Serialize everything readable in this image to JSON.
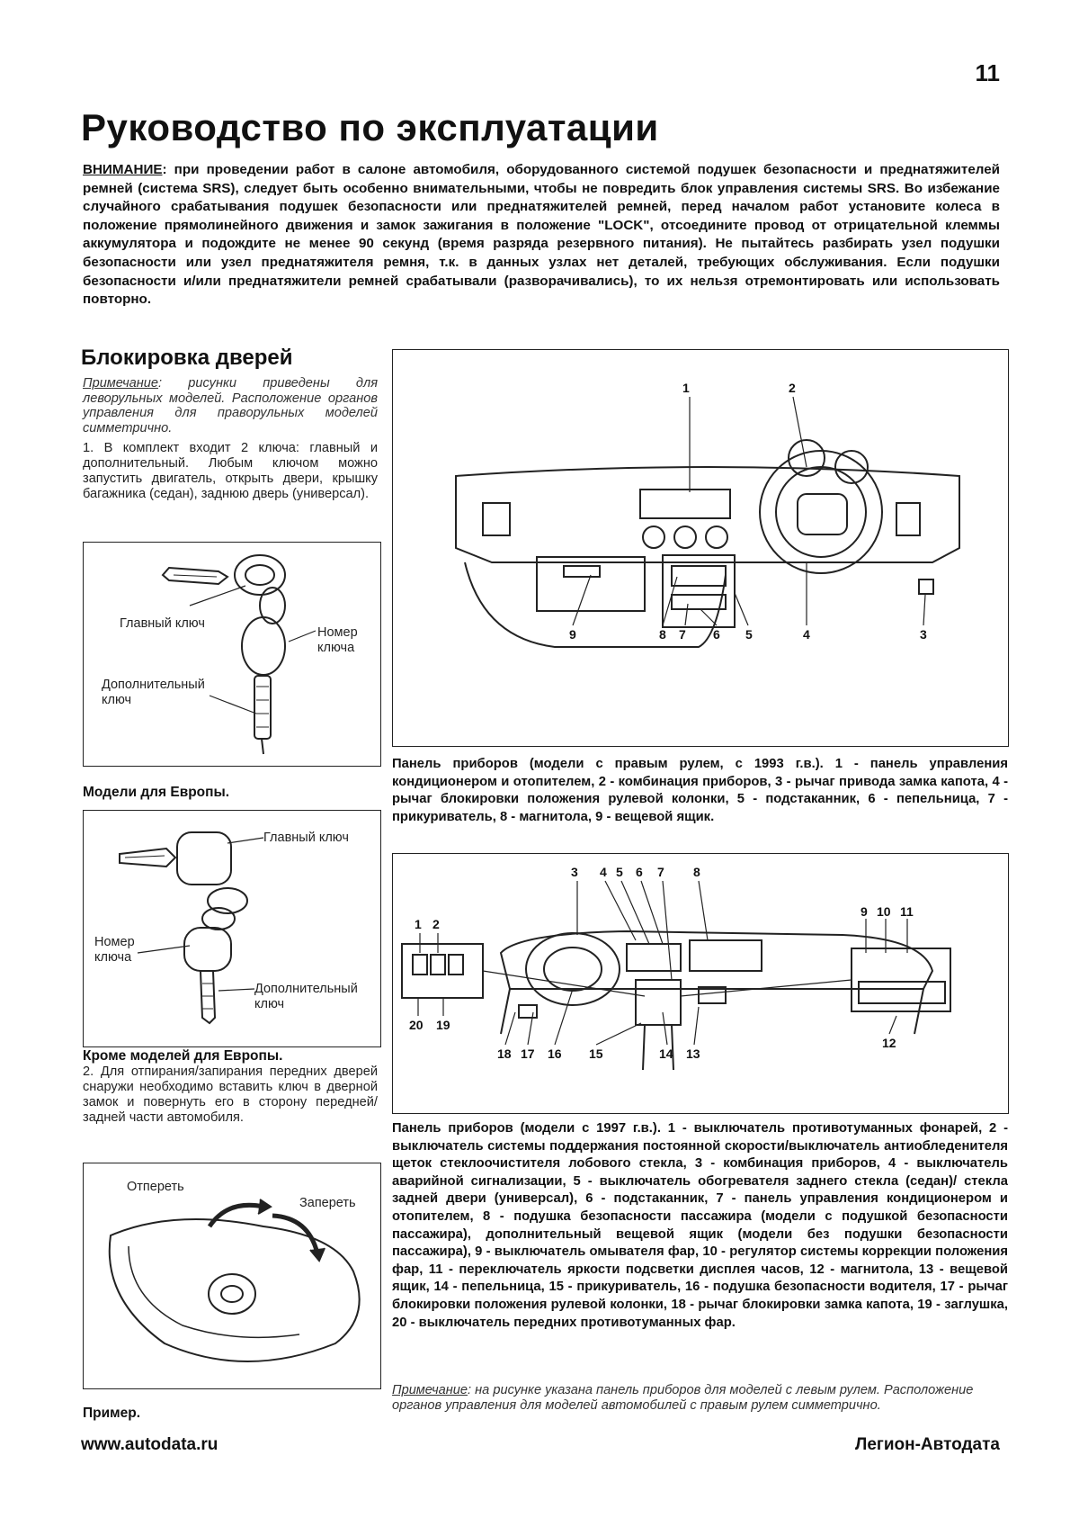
{
  "page": {
    "number": "11",
    "title": "Руководство по эксплуатации",
    "warning_label": "ВНИМАНИЕ",
    "warning_text": ": при проведении работ в салоне автомобиля, оборудованного системой подушек безопасности и преднатяжителей ремней (система SRS), следует быть особенно внимательными, чтобы не повредить блок управления системы SRS. Во избежание случайного срабатывания подушек безопасности или преднатяжителей ремней, перед началом работ установите колеса в положение прямолинейного движения и замок зажигания в положение \"LOCK\", отсоедините провод от отрицательной клеммы аккумулятора и подождите не менее 90 секунд (время разряда резервного питания). Не пытайтесь разбирать узел подушки безопасности или узел преднатяжителя ремня, т.к. в данных узлах нет деталей, требующих обслуживания. Если подушки безопасности и/или преднатяжители ремней срабатывали (разворачивались), то их нельзя отремонтировать или использовать повторно."
  },
  "section": {
    "title": "Блокировка дверей",
    "note_label": "Примечание",
    "note_text": ": рисунки приведены для леворульных моделей. Расположение органов управления для праворульных моделей симметрично.",
    "item1": "1. В комплект входит 2 ключа: главный и дополнительный. Любым ключом можно запустить двигатель, открыть двери, крышку багажника (седан), заднюю дверь (универсал).",
    "item2": "2. Для отпирания/запирания передних дверей снаружи необходимо вставить ключ в дверной замок и повернуть его в сторону передней/задней части автомобиля."
  },
  "figures": {
    "keys_europe": {
      "label_main": "Главный ключ",
      "label_number": "Номер ключа",
      "label_extra": "Дополнительный ключ",
      "caption": "Модели для Европы."
    },
    "keys_other": {
      "label_main": "Главный ключ",
      "label_number": "Номер ключа",
      "label_extra": "Дополнительный ключ",
      "caption": "Кроме моделей для Европы."
    },
    "door_lock": {
      "label_unlock": "Отпереть",
      "label_lock": "Запереть",
      "caption": "Пример."
    },
    "dash_1993": {
      "callouts": [
        "1",
        "2",
        "9",
        "8",
        "7",
        "6",
        "5",
        "4",
        "3"
      ],
      "caption": "Панель приборов (модели с правым рулем, с 1993 г.в.). 1 - панель управления кондиционером и отопителем, 2 - комбинация приборов, 3 - рычаг привода замка капота, 4 - рычаг блокировки положения рулевой колонки, 5 - подстаканник, 6 - пепельница, 7 - прикуриватель, 8 - магнитола, 9 - вещевой ящик."
    },
    "dash_1997": {
      "callouts": [
        "3",
        "4",
        "5",
        "6",
        "7",
        "8",
        "1",
        "2",
        "9",
        "10",
        "11",
        "20",
        "19",
        "18",
        "17",
        "16",
        "15",
        "14",
        "13",
        "12"
      ],
      "caption": "Панель приборов (модели с 1997 г.в.). 1 - выключатель противотуманных фонарей, 2 - выключатель системы поддержания постоянной скорости/выключатель антиобледенителя щеток стеклоочистителя лобового стекла, 3 - комбинация приборов, 4 - выключатель аварийной сигнализации, 5 - выключатель обогревателя заднего стекла (седан)/ стекла задней двери (универсал), 6 - подстаканник, 7 - панель управления кондиционером и отопителем, 8 - подушка безопасности пассажира (модели с подушкой безопасности пассажира), дополнительный вещевой ящик (модели без подушки безопасности пассажира), 9 - выключатель омывателя фар, 10 - регулятор системы коррекции положения фар, 11 - переключатель яркости подсветки дисплея часов, 12 - магнитола, 13 - вещевой ящик, 14 - пепельница, 15 - прикуриватель, 16 - подушка безопасности водителя, 17 - рычаг блокировки положения рулевой колонки, 18 - рычаг блокировки замка капота, 19 - заглушка, 20 - выключатель передних противотуманных фар.",
      "note_label": "Примечание",
      "note_text": ": на рисунке указана панель приборов для моделей с левым рулем. Расположение органов управления для моделей автомобилей с правым рулем симметрично."
    }
  },
  "footer": {
    "left": "www.autodata.ru",
    "right": "Легион-Автодата"
  }
}
